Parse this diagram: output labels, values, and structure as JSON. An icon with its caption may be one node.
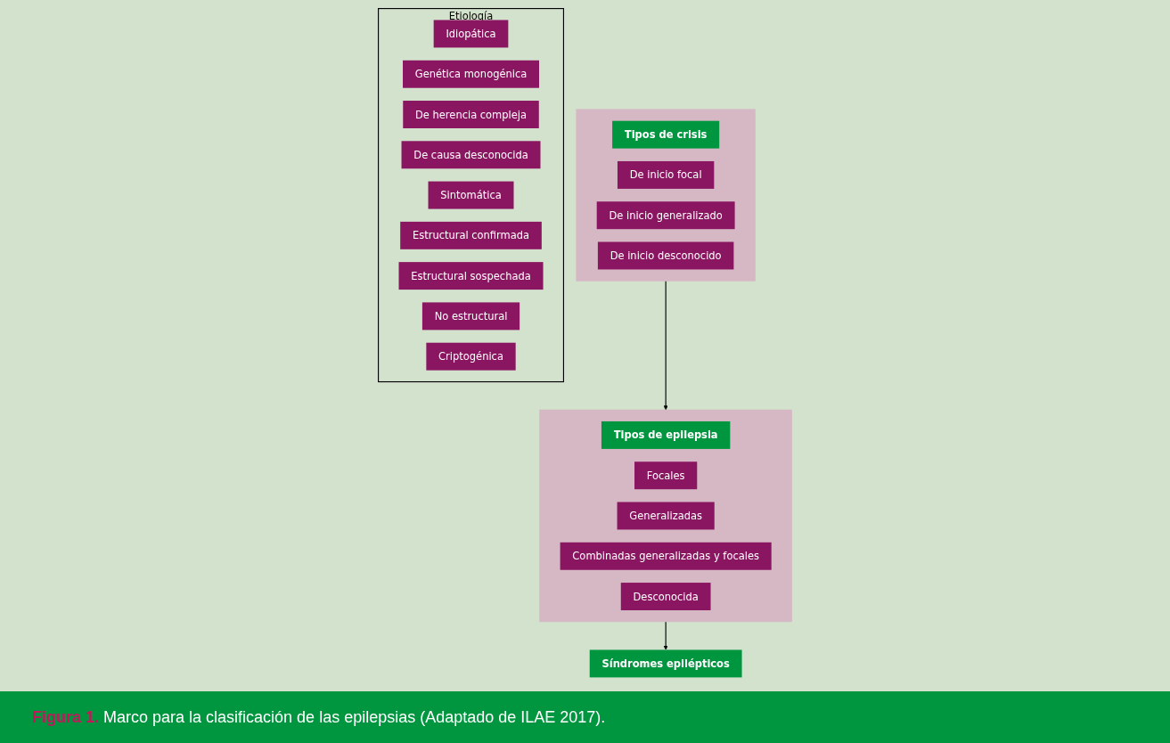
{
  "diagram": {
    "caption": "**Figura 1.** Marco para la clasificación de las epilepsias (Adaptado de ILAE 2017).",
    "nodes": [
      {
        "text": [],
        "shape": "box"
      },
      {
        "text": [
          "Tipos de crisis"
        ],
        "in": 0
      },
      {
        "text": [
          "De inicio focal"
        ],
        "in": 0
      },
      {
        "text": [
          "De inicio generalizado"
        ],
        "in": 0
      },
      {
        "text": [
          "De inicio desconocido"
        ],
        "in": 0
      },
      {
        "text": [],
        "shape": "box"
      },
      {
        "text": [
          "Tipos de epilepsia"
        ],
        "in": 5
      },
      {
        "text": [
          "Focales"
        ],
        "in": 5
      },
      {
        "text": [
          "Generalizadas"
        ],
        "in": 5
      },
      {
        "text": [
          "Combinadas generalizadas y focales"
        ],
        "in": 5
      },
      {
        "text": [
          "Desconocida"
        ],
        "in": 5
      },
      {
        "text": [
          "Síndromes epilépticos"
        ]
      },
      {
        "text": [
          "Etiología"
        ]
      },
      {
        "text": [
          "Idiopática"
        ],
        "in": 12
      },
      {
        "text": [
          "Genética monogénica"
        ],
        "in": 12
      },
      {
        "text": [
          "De herencia compleja"
        ],
        "in": 12
      },
      {
        "text": [
          "De causa desconocida"
        ],
        "in": 12
      },
      {
        "text": [
          "Sintomática"
        ],
        "in": 12
      },
      {
        "text": [
          "Estructural confirmada"
        ],
        "in": 12
      },
      {
        "text": [
          "Estructural sospechada"
        ],
        "in": 12
      },
      {
        "text": [
          "No estructural"
        ],
        "in": 12
      },
      {
        "text": [
          "Criptogénica"
        ],
        "in": 12
      }
    ],
    "edges": [
      {
        "from": 0,
        "to": 5,
        "arrow": "to"
      },
      {
        "from": 5,
        "to": 11,
        "arrow": "to"
      }
    ]
  }
}
